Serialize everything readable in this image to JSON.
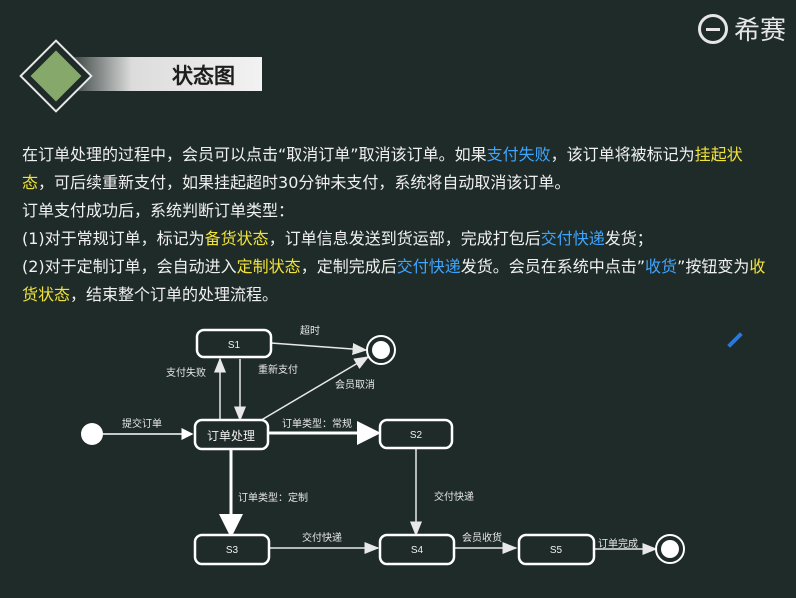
{
  "logo": {
    "text": "希赛"
  },
  "slide_title": "状态图",
  "paragraph": {
    "segments": [
      {
        "text": "在订单处理的过程中，会员可以点击“取消订单”取消该订单。如果",
        "cls": ""
      },
      {
        "text": "支付失败",
        "cls": "hl-b"
      },
      {
        "text": "，该订单将被标记为",
        "cls": ""
      },
      {
        "text": "挂起状态",
        "cls": "hl-y"
      },
      {
        "text": "，可后续重新支付，如果挂起超时30分钟未支付，系统将自动取消该订单。",
        "cls": ""
      },
      {
        "text": "\n订单支付成功后，系统判断订单类型：",
        "cls": ""
      },
      {
        "text": "\n(1)对于常规订单，标记为",
        "cls": ""
      },
      {
        "text": "备货状态",
        "cls": "hl-y"
      },
      {
        "text": "，订单信息发送到货运部，完成打包后",
        "cls": ""
      },
      {
        "text": "交付快递",
        "cls": "hl-b"
      },
      {
        "text": "发货；",
        "cls": ""
      },
      {
        "text": "\n(2)对于定制订单，会自动进入",
        "cls": ""
      },
      {
        "text": "定制状态",
        "cls": "hl-y"
      },
      {
        "text": "，定制完成后",
        "cls": ""
      },
      {
        "text": "交付快递",
        "cls": "hl-b"
      },
      {
        "text": "发货。会员在系统中点击”",
        "cls": ""
      },
      {
        "text": "收货",
        "cls": "hl-b"
      },
      {
        "text": "”按钮变为",
        "cls": ""
      },
      {
        "text": "收货状态",
        "cls": "hl-y"
      },
      {
        "text": "，结束整个订单的处理流程。",
        "cls": ""
      }
    ]
  },
  "diagram": {
    "states": {
      "s1": "S1",
      "process": "订单处理",
      "s2": "S2",
      "s3": "S3",
      "s4": "S4",
      "s5": "S5"
    },
    "transitions": {
      "timeout": "超时",
      "pay_fail": "支付失败",
      "repay": "重新支付",
      "cancel": "会员取消",
      "submit": "提交订单",
      "regular": "订单类型：常规",
      "custom": "订单类型：定制",
      "deliver_s2": "交付快递",
      "deliver_s3": "交付快递",
      "receive": "会员收货",
      "complete": "订单完成"
    }
  },
  "colors": {
    "background": "#1f2b28",
    "highlight_yellow": "#f0e23c",
    "highlight_blue": "#3ea5ff"
  }
}
